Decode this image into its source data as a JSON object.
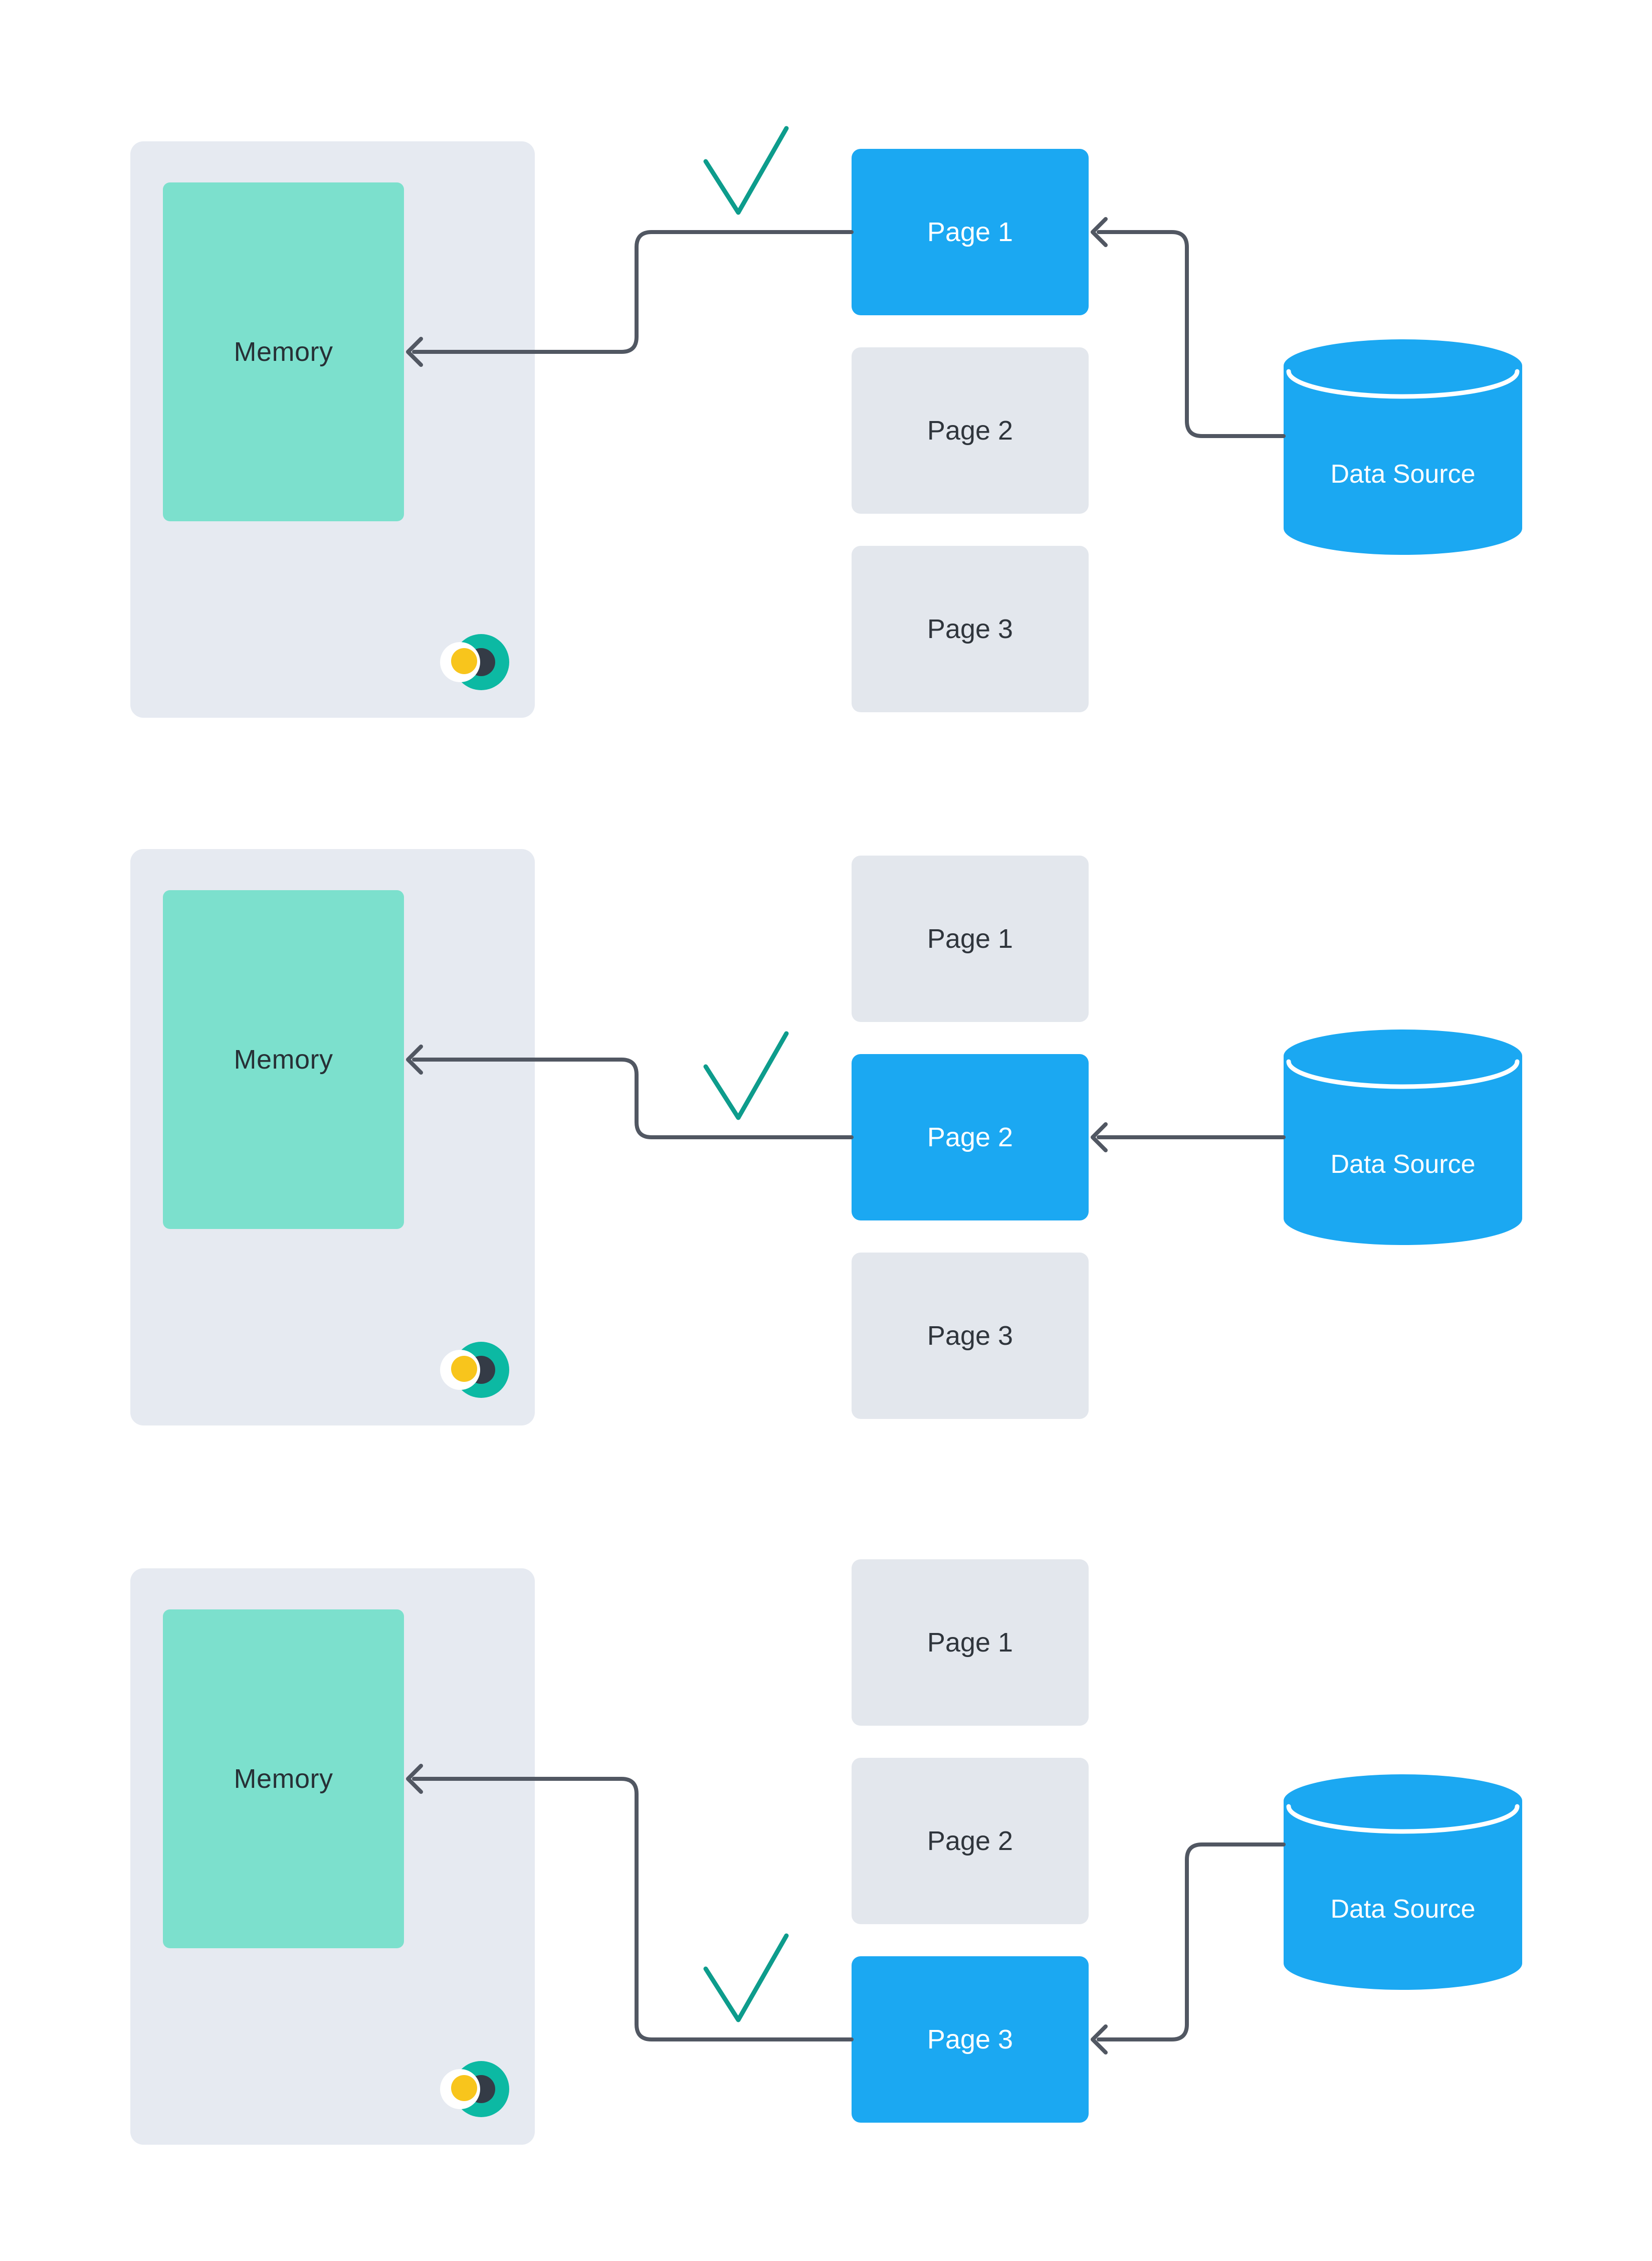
{
  "colors": {
    "accent_blue": "#1BA8F2",
    "memory_teal": "#7CE0CD",
    "panel_gray": "#E6EAF1",
    "page_gray": "#E3E7ED",
    "line_gray": "#515762",
    "check_teal": "#0D9C8C",
    "logo_teal": "#0CB9A3",
    "logo_navy": "#343B46",
    "logo_yellow": "#F8C51C",
    "text_dark": "#2F353C",
    "text_light": "#FFFFFF"
  },
  "icons": {
    "checkmark": "check-icon (teal stroke)",
    "arrow": "left-arrow-chevron",
    "brand": "brand-logo (yellow circle, navy circle, teal crescent)"
  },
  "panels": [
    {
      "memory_label": "Memory",
      "datasource_label": "Data Source",
      "pages": [
        {
          "label": "Page 1",
          "active": true
        },
        {
          "label": "Page 2",
          "active": false
        },
        {
          "label": "Page 3",
          "active": false
        }
      ]
    },
    {
      "memory_label": "Memory",
      "datasource_label": "Data Source",
      "pages": [
        {
          "label": "Page 1",
          "active": false
        },
        {
          "label": "Page 2",
          "active": true
        },
        {
          "label": "Page 3",
          "active": false
        }
      ]
    },
    {
      "memory_label": "Memory",
      "datasource_label": "Data Source",
      "pages": [
        {
          "label": "Page 1",
          "active": false
        },
        {
          "label": "Page 2",
          "active": false
        },
        {
          "label": "Page 3",
          "active": true
        }
      ]
    }
  ]
}
